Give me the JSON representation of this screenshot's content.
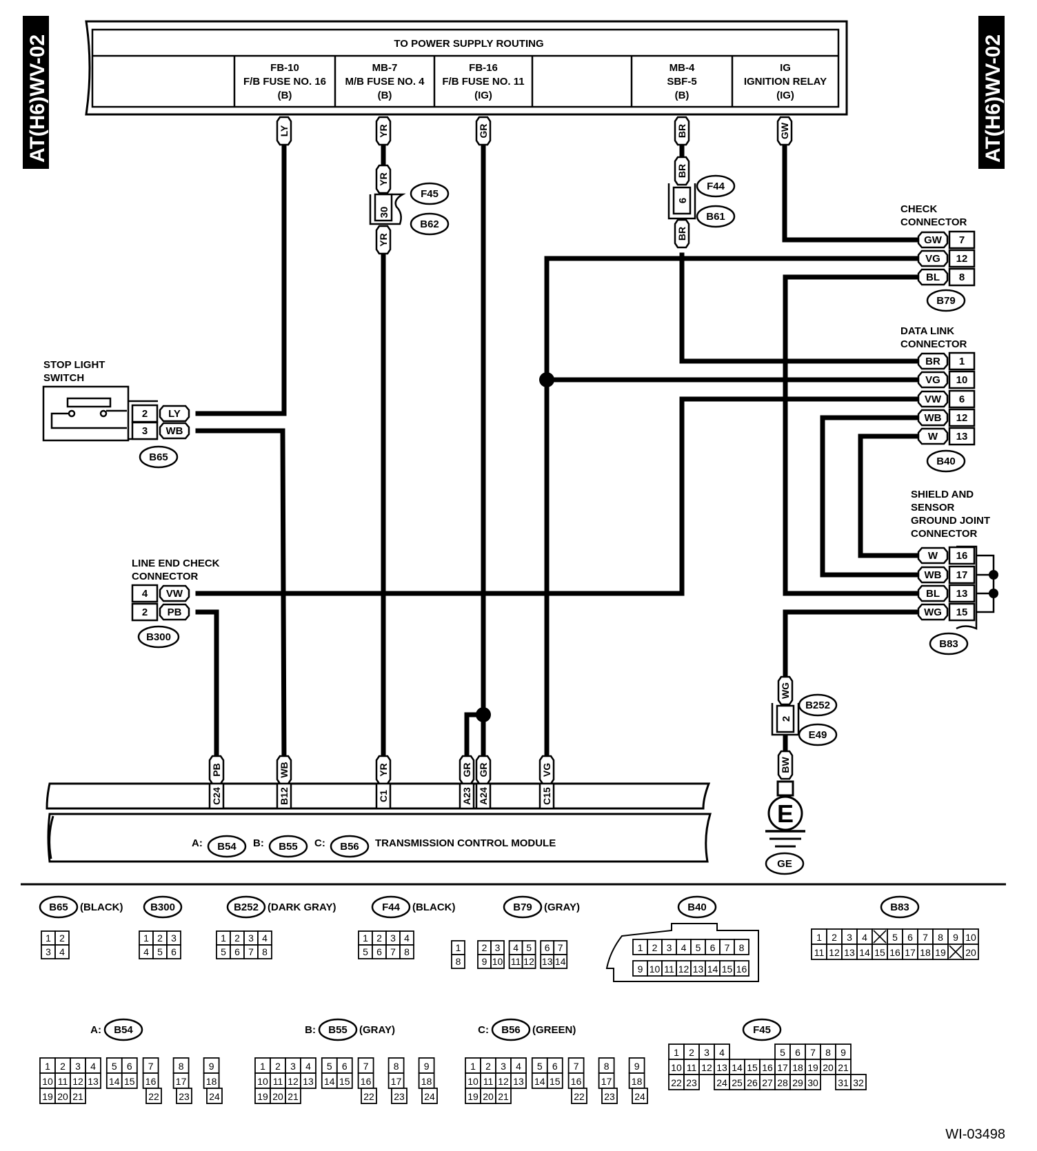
{
  "side_tab": "AT(H6)WV-02",
  "power_box": {
    "title": "TO POWER SUPPLY ROUTING",
    "cells": [
      {
        "line1": "FB-10",
        "line2": "F/B FUSE NO. 16",
        "line3": "(B)"
      },
      {
        "line1": "MB-7",
        "line2": "M/B FUSE NO. 4",
        "line3": "(B)"
      },
      {
        "line1": "FB-16",
        "line2": "F/B FUSE NO. 11",
        "line3": "(IG)"
      },
      {
        "line1": "",
        "line2": "",
        "line3": ""
      },
      {
        "line1": "MB-4",
        "line2": "SBF-5",
        "line3": "(B)"
      },
      {
        "line1": "IG",
        "line2": "IGNITION RELAY",
        "line3": "(IG)"
      }
    ],
    "wire_tags": [
      "LY",
      "YR",
      "GR",
      "BR",
      "GW"
    ]
  },
  "inline_connectors": {
    "f45_b62": {
      "pin": "30",
      "upper": "F45",
      "lower": "B62",
      "wire_top": "YR",
      "wire_bottom": "YR"
    },
    "f44_b61": {
      "pin": "6",
      "upper": "F44",
      "lower": "B61",
      "wire_top": "BR",
      "wire_bottom": "BR"
    },
    "b252_e49": {
      "pin": "2",
      "upper": "B252",
      "lower": "E49",
      "wire_top": "WG",
      "wire_bottom": "BW"
    }
  },
  "check_connector": {
    "title1": "CHECK",
    "title2": "CONNECTOR",
    "id": "B79",
    "rows": [
      {
        "wire": "GW",
        "pin": "7"
      },
      {
        "wire": "VG",
        "pin": "12"
      },
      {
        "wire": "BL",
        "pin": "8"
      }
    ]
  },
  "data_link_connector": {
    "title1": "DATA LINK",
    "title2": "CONNECTOR",
    "id": "B40",
    "rows": [
      {
        "wire": "BR",
        "pin": "1"
      },
      {
        "wire": "VG",
        "pin": "10"
      },
      {
        "wire": "VW",
        "pin": "6"
      },
      {
        "wire": "WB",
        "pin": "12"
      },
      {
        "wire": "W",
        "pin": "13"
      }
    ]
  },
  "shield_connector": {
    "title1": "SHIELD AND",
    "title2": "SENSOR",
    "title3": "GROUND JOINT",
    "title4": "CONNECTOR",
    "id": "B83",
    "rows": [
      {
        "wire": "W",
        "pin": "16"
      },
      {
        "wire": "WB",
        "pin": "17"
      },
      {
        "wire": "BL",
        "pin": "13"
      },
      {
        "wire": "WG",
        "pin": "15"
      }
    ]
  },
  "stop_light_switch": {
    "title1": "STOP LIGHT",
    "title2": "SWITCH",
    "id": "B65",
    "rows": [
      {
        "pin": "2",
        "wire": "LY"
      },
      {
        "pin": "3",
        "wire": "WB"
      }
    ]
  },
  "line_end_check": {
    "title1": "LINE END CHECK",
    "title2": "CONNECTOR",
    "id": "B300",
    "rows": [
      {
        "pin": "4",
        "wire": "VW"
      },
      {
        "pin": "2",
        "wire": "PB"
      }
    ]
  },
  "tcm": {
    "label": "TRANSMISSION CONTROL MODULE",
    "a_prefix": "A:",
    "a_id": "B54",
    "b_prefix": "B:",
    "b_id": "B55",
    "c_prefix": "C:",
    "c_id": "B56",
    "terminals": [
      {
        "wire": "PB",
        "pin": "C24"
      },
      {
        "wire": "WB",
        "pin": "B12"
      },
      {
        "wire": "YR",
        "pin": "C1"
      },
      {
        "wire": "GR",
        "pin": "A23"
      },
      {
        "wire": "GR",
        "pin": "A24"
      },
      {
        "wire": "VG",
        "pin": "C15"
      }
    ]
  },
  "ground": {
    "symbol": "E",
    "id": "GE"
  },
  "connector_views": [
    {
      "id": "B65",
      "color": "(BLACK)"
    },
    {
      "id": "B300",
      "color": ""
    },
    {
      "id": "B252",
      "color": "(DARK GRAY)"
    },
    {
      "id": "F44",
      "color": "(BLACK)"
    },
    {
      "id": "B79",
      "color": "(GRAY)"
    },
    {
      "id": "B40",
      "color": ""
    },
    {
      "id": "B83",
      "color": ""
    },
    {
      "id": "B54",
      "prefix": "A:",
      "color": ""
    },
    {
      "id": "B55",
      "prefix": "B:",
      "color": "(GRAY)"
    },
    {
      "id": "B56",
      "prefix": "C:",
      "color": "(GREEN)"
    },
    {
      "id": "F45",
      "color": ""
    }
  ],
  "figure_id": "WI-03498"
}
